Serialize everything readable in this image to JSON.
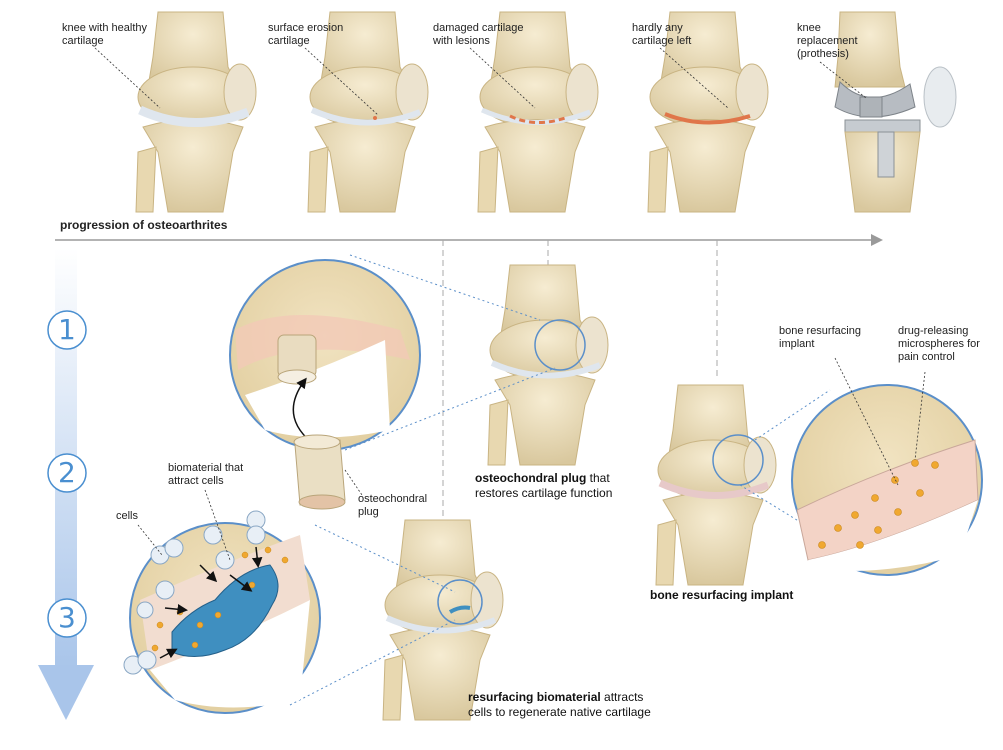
{
  "stages": [
    {
      "label": "knee with healthy\ncartilage"
    },
    {
      "label": "surface erosion\ncartilage"
    },
    {
      "label": "damaged cartilage\nwith lesions"
    },
    {
      "label": "hardly any\ncartilage left"
    },
    {
      "label": "knee\nreplacement\n(prothesis)"
    }
  ],
  "progression_label": "progression of osteoarthrites",
  "steps": [
    "1",
    "2",
    "3"
  ],
  "plug": {
    "caption_bold": "osteochondral plug",
    "caption_rest": " that\nrestores cartilage function",
    "plug_label": "osteochondral\nplug"
  },
  "biomaterial": {
    "caption_bold": "resurfacing biomaterial",
    "caption_rest": " attracts\ncells to regenerate native cartilage",
    "cells_label": "cells",
    "material_label": "biomaterial that\nattract cells"
  },
  "implant": {
    "caption": "bone resurfacing implant",
    "implant_label": "bone resurfacing\nimplant",
    "microspheres_label": "drug-releasing\nmicrospheres for\npain control"
  },
  "colors": {
    "bone": "#efe3c2",
    "bone_shadow": "#d8c79a",
    "cartilage": "#dfe6ee",
    "lesion": "#e0764a",
    "timeline": "#9a9a9a",
    "circle_stroke": "#5b8fc9",
    "biomaterial": "#3f8fc0",
    "microsphere": "#f0a830",
    "step_color": "#4a8fd0"
  }
}
